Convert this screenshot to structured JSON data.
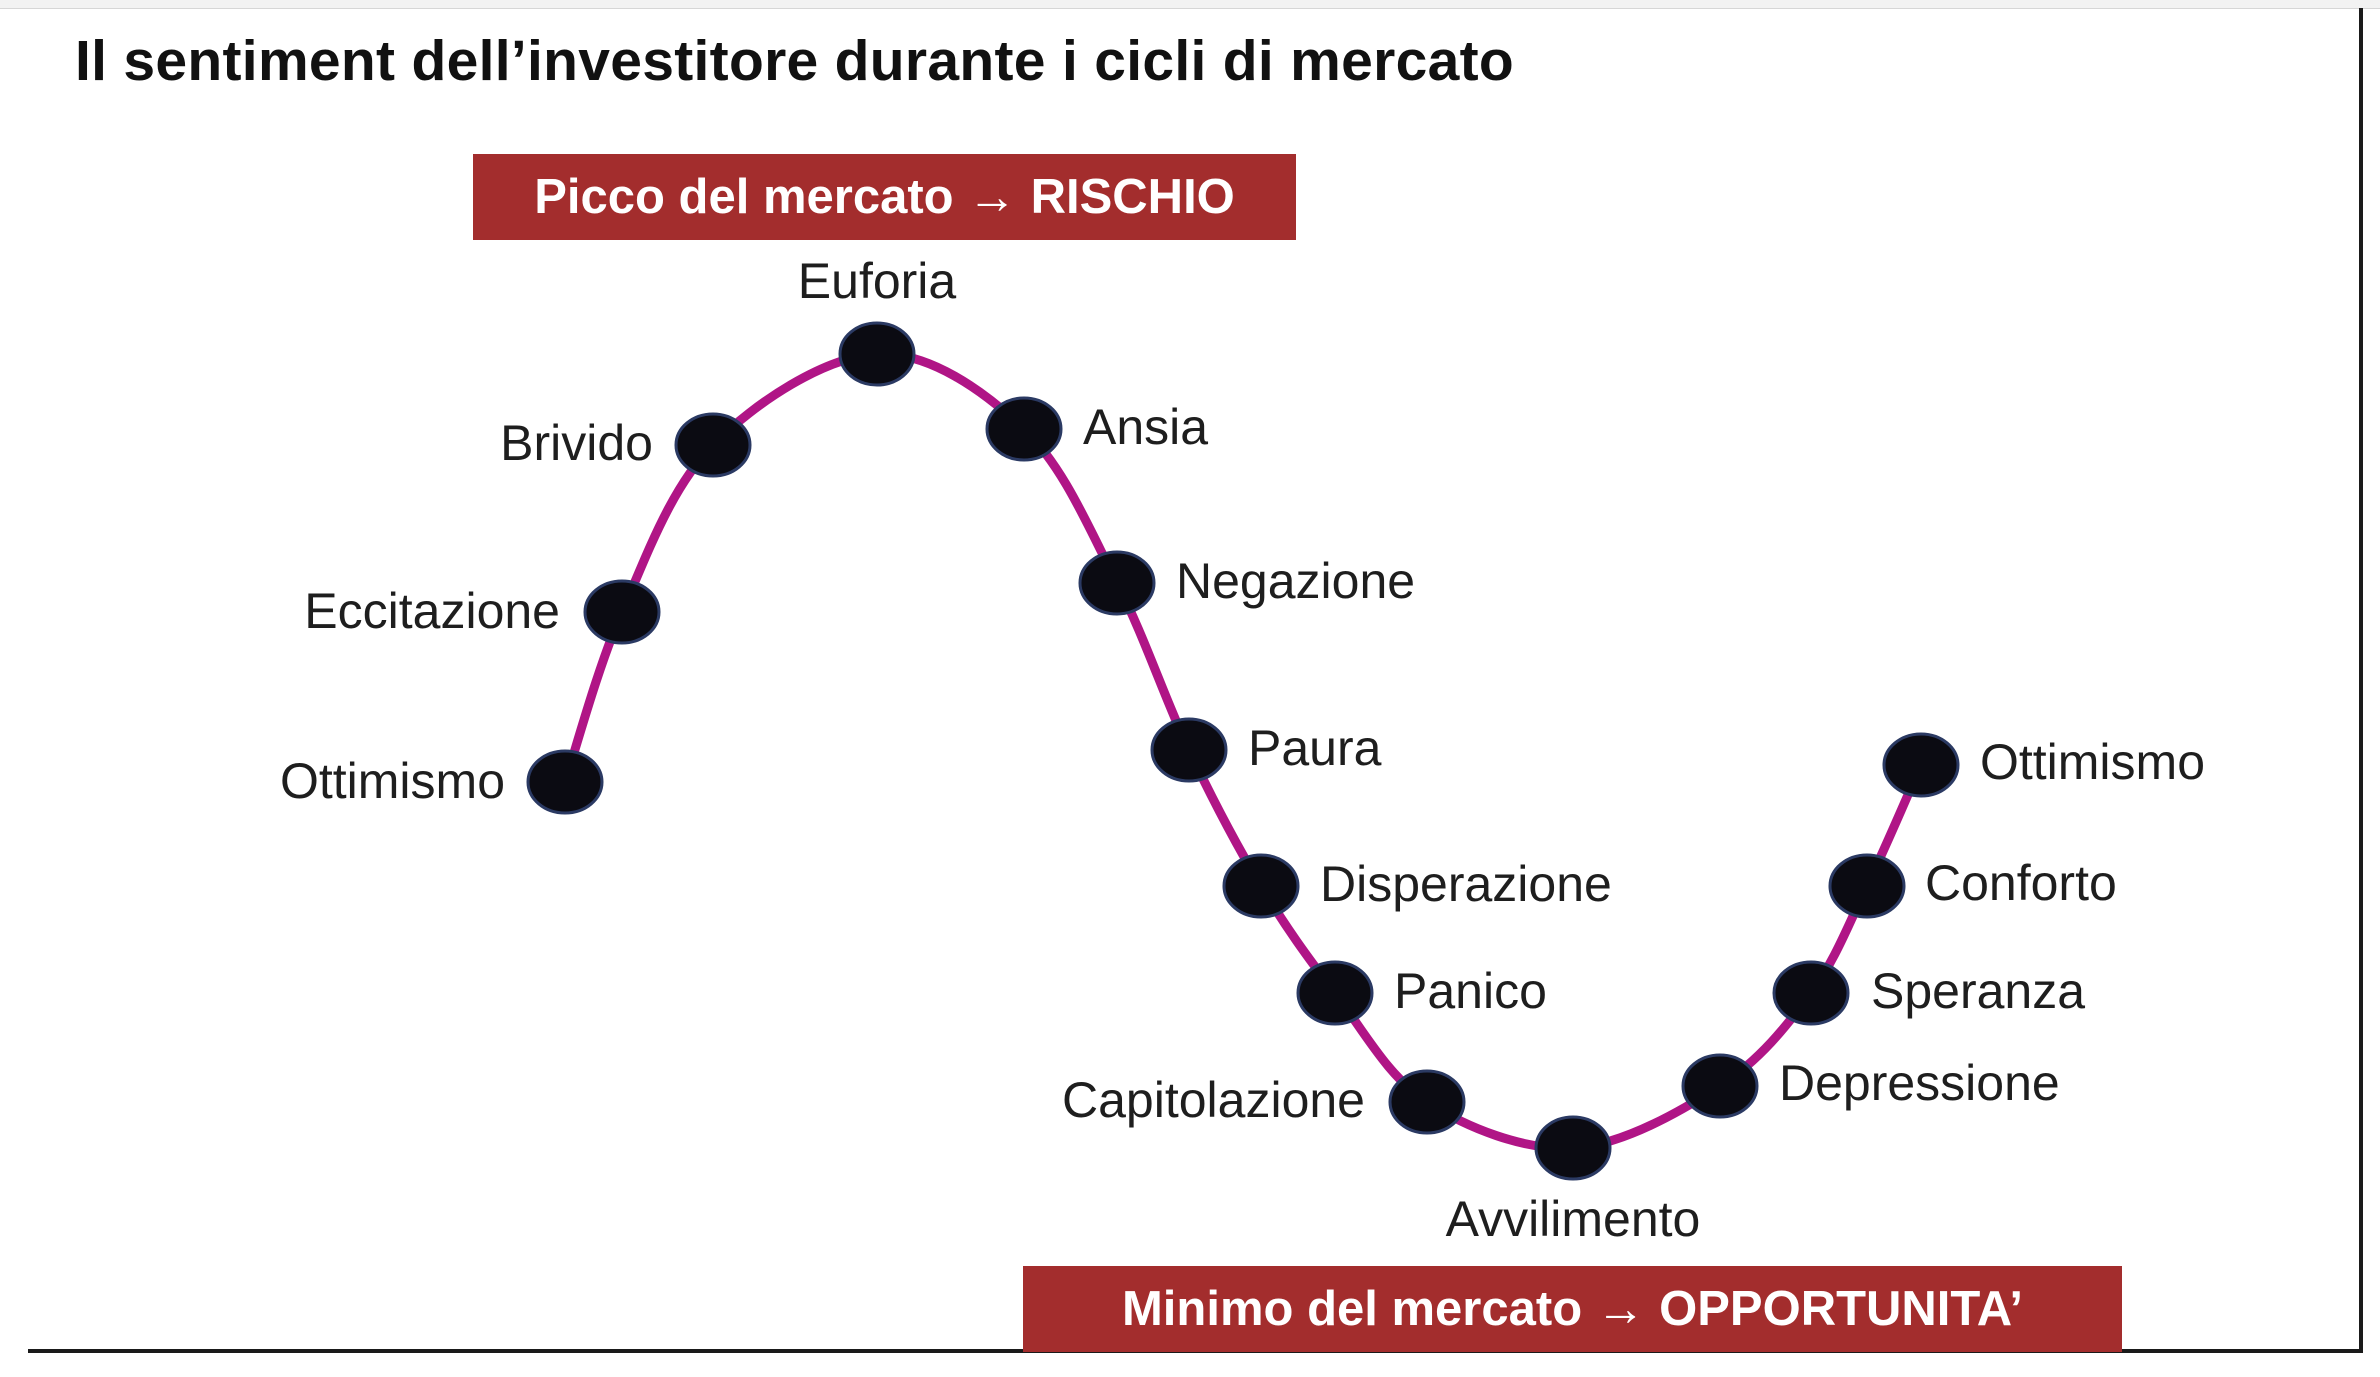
{
  "title": "Il sentiment dell’investitore durante i cicli di mercato",
  "banners": {
    "peak": {
      "left": "Picco del mercato",
      "arrow": "→",
      "right": "RISCHIO"
    },
    "bottom": {
      "left": "Minimo del mercato",
      "arrow": "→",
      "right": "OPPORTUNITA’"
    }
  },
  "colors": {
    "curve": "#b01586",
    "dot": "#0b0b12",
    "dot_outline": "#2b3a63",
    "banner": "#a32d2d"
  },
  "stages": [
    {
      "id": "ottimismo-1",
      "label": "Ottimismo"
    },
    {
      "id": "eccitazione",
      "label": "Eccitazione"
    },
    {
      "id": "brivido",
      "label": "Brivido"
    },
    {
      "id": "euforia",
      "label": "Euforia"
    },
    {
      "id": "ansia",
      "label": "Ansia"
    },
    {
      "id": "negazione",
      "label": "Negazione"
    },
    {
      "id": "paura",
      "label": "Paura"
    },
    {
      "id": "disperazione",
      "label": "Disperazione"
    },
    {
      "id": "panico",
      "label": "Panico"
    },
    {
      "id": "capitolazione",
      "label": "Capitolazione"
    },
    {
      "id": "avvilimento",
      "label": "Avvilimento"
    },
    {
      "id": "depressione",
      "label": "Depressione"
    },
    {
      "id": "speranza",
      "label": "Speranza"
    },
    {
      "id": "conforto",
      "label": "Conforto"
    },
    {
      "id": "ottimismo-2",
      "label": "Ottimismo"
    }
  ]
}
